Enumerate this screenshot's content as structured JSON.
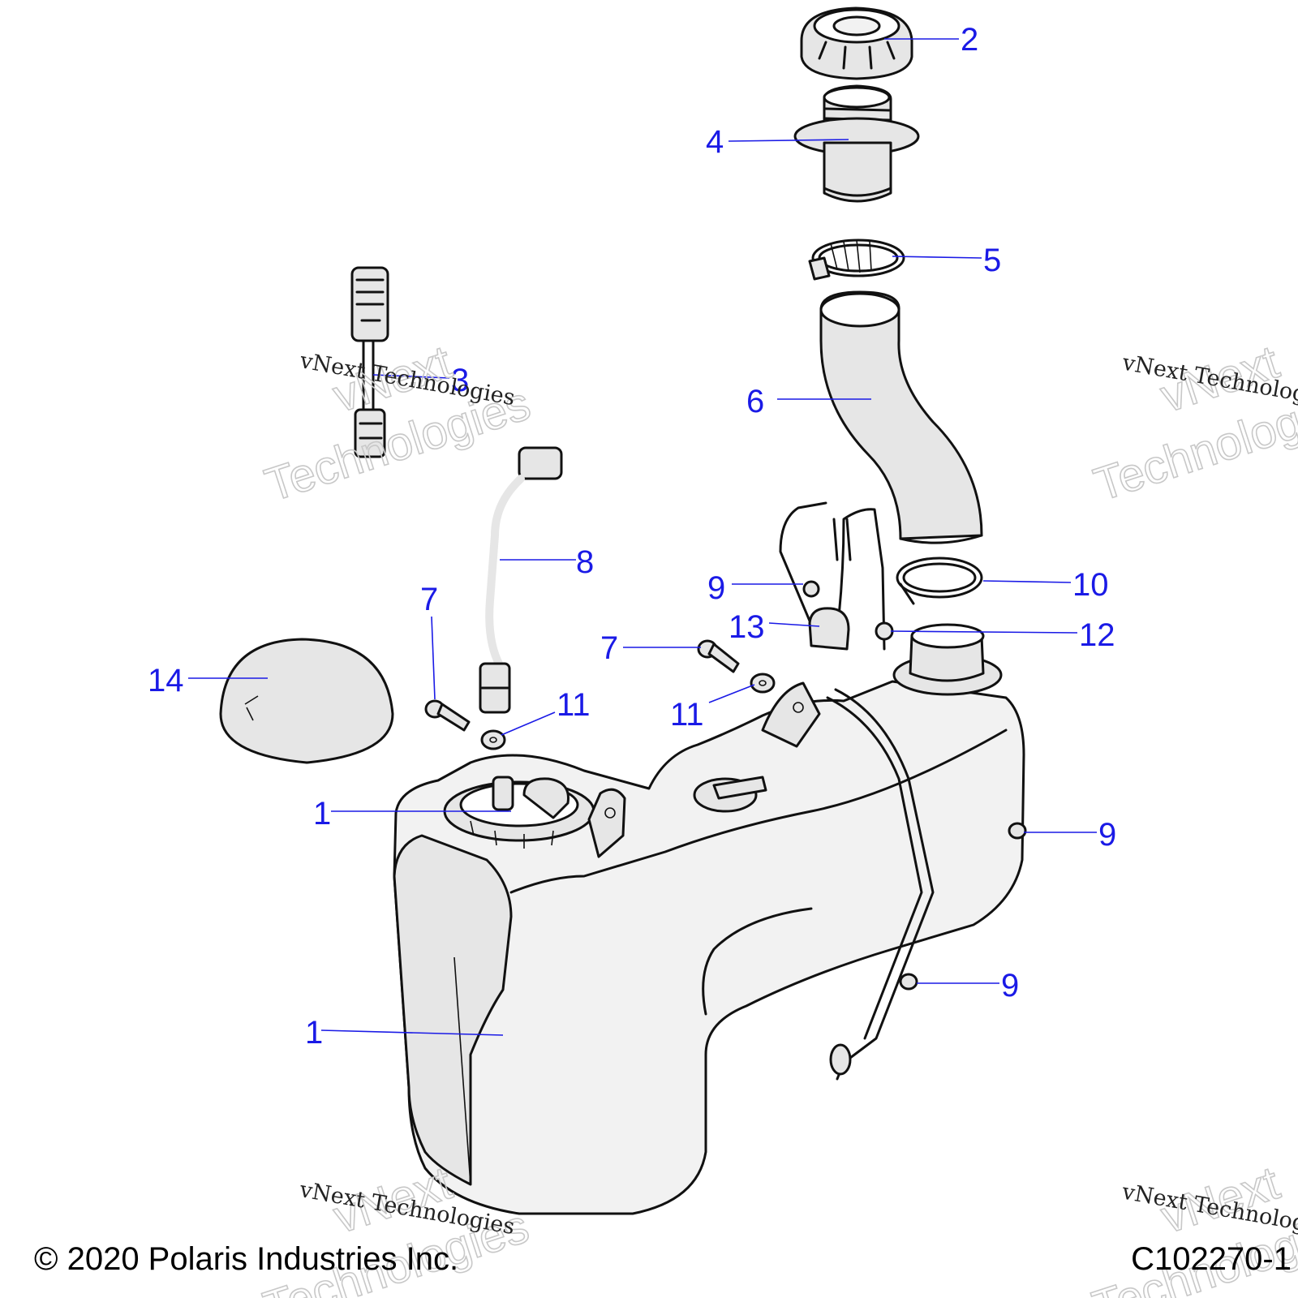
{
  "callouts": [
    {
      "id": "c2",
      "label": "2"
    },
    {
      "id": "c4",
      "label": "4"
    },
    {
      "id": "c5",
      "label": "5"
    },
    {
      "id": "c3",
      "label": "3"
    },
    {
      "id": "c6",
      "label": "6"
    },
    {
      "id": "c8",
      "label": "8"
    },
    {
      "id": "c7a",
      "label": "7"
    },
    {
      "id": "c9a",
      "label": "9"
    },
    {
      "id": "c10",
      "label": "10"
    },
    {
      "id": "c13",
      "label": "13"
    },
    {
      "id": "c12",
      "label": "12"
    },
    {
      "id": "c7b",
      "label": "7"
    },
    {
      "id": "c14",
      "label": "14"
    },
    {
      "id": "c11a",
      "label": "11"
    },
    {
      "id": "c11b",
      "label": "11"
    },
    {
      "id": "c1a",
      "label": "1"
    },
    {
      "id": "c9b",
      "label": "9"
    },
    {
      "id": "c9c",
      "label": "9"
    },
    {
      "id": "c1b",
      "label": "1"
    }
  ],
  "watermark": {
    "line_small": "vNext Technologies",
    "line_big_1": "vNext",
    "line_big_2": "Technologies"
  },
  "footer": {
    "copyright": "© 2020 Polaris Industries Inc.",
    "figure_id": "C102270-1"
  }
}
